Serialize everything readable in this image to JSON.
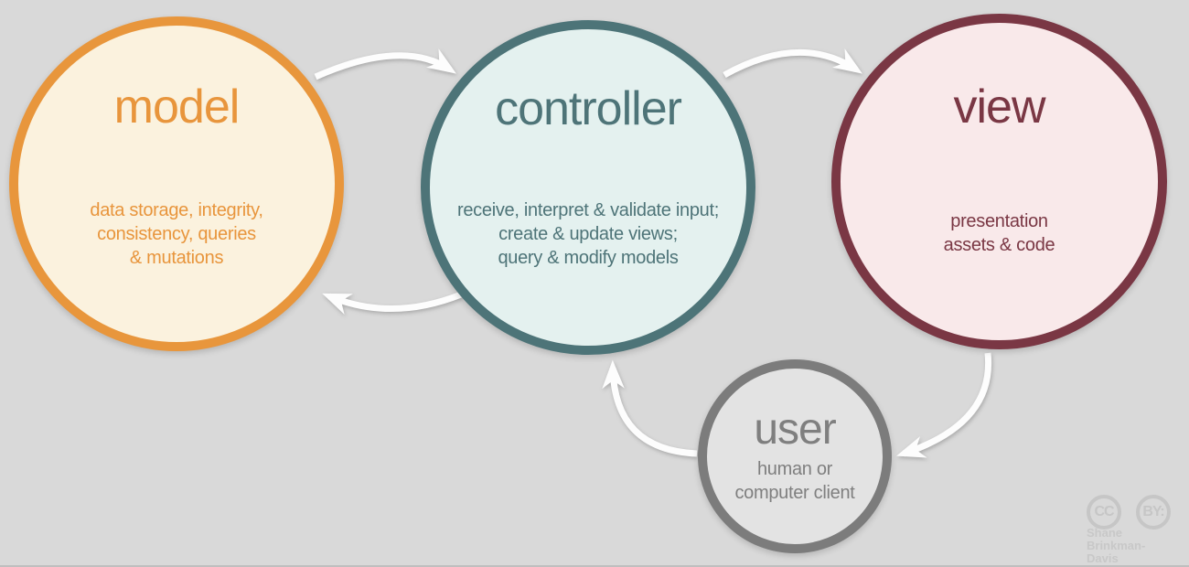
{
  "colors": {
    "background": "#d9d9d9",
    "arrow": "#fdfdfd",
    "watermark": "#c6c6c6"
  },
  "nodes": {
    "model": {
      "title": "model",
      "body": "data storage, integrity,\nconsistency, queries\n& mutations",
      "border_color": "#e8963c",
      "fill_color": "#fbf2de",
      "text_color": "#e8953c"
    },
    "controller": {
      "title": "controller",
      "body": "receive, interpret & validate input;\ncreate & update views;\nquery & modify models",
      "border_color": "#4d7478",
      "fill_color": "#e4f1ef",
      "text_color": "#4e7478"
    },
    "view": {
      "title": "view",
      "body": "presentation\nassets & code",
      "border_color": "#7a3744",
      "fill_color": "#f9e9ea",
      "text_color": "#7a3744"
    },
    "user": {
      "title": "user",
      "body": "human or\ncomputer client",
      "border_color": "#7c7c7c",
      "fill_color": "#e3e3e3",
      "text_color": "#7f7f7f"
    }
  },
  "arrows": [
    {
      "from": "model",
      "to": "controller"
    },
    {
      "from": "controller",
      "to": "view"
    },
    {
      "from": "controller",
      "to": "model"
    },
    {
      "from": "view",
      "to": "user"
    },
    {
      "from": "user",
      "to": "controller"
    }
  ],
  "attribution": {
    "cc_label": "CC",
    "by_label": "BY:",
    "name": "Shane\nBrinkman-Davis"
  }
}
